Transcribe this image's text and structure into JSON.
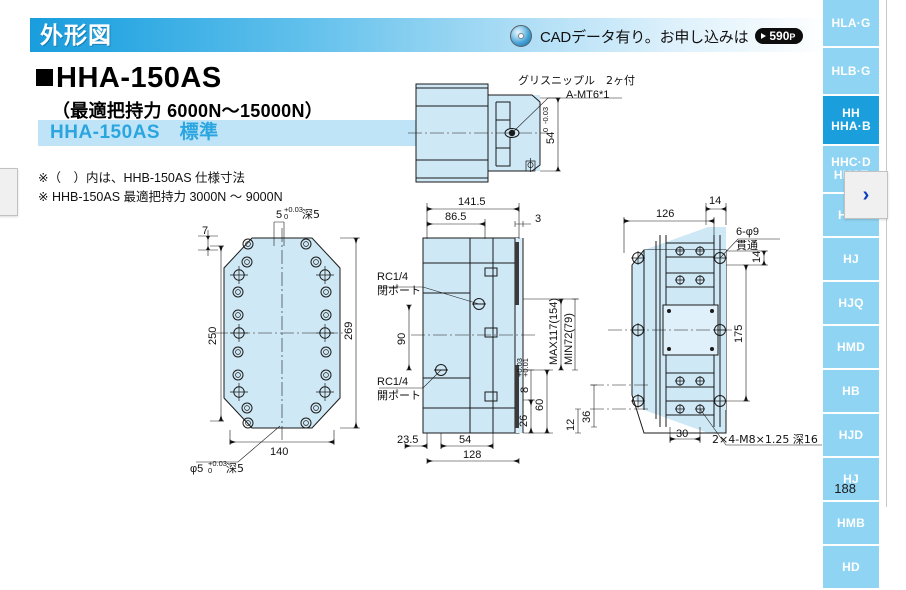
{
  "header": {
    "section_title": "外形図",
    "cad_notice": "CADデータ有り。お申し込みは",
    "page_ref_number": "590",
    "page_ref_suffix": "P",
    "cd_icon": "cd-disc-icon"
  },
  "product": {
    "model": "HHA-150AS",
    "grip_force": "（最適把持力 6000N～15000N）",
    "variant_label": "HHA-150AS　標準",
    "note1": "※（　）内は、HHB-150AS 仕様寸法",
    "note2": "※ HHB-150AS 最適把持力 3000N ～ 9000N"
  },
  "sidebar": {
    "tabs": [
      {
        "label": "HLA·G",
        "lines": [
          "HLA·G"
        ],
        "active": false
      },
      {
        "label": "HLB·G",
        "lines": [
          "HLB·G"
        ],
        "active": false
      },
      {
        "label": "HH HHA·B",
        "lines": [
          "HH",
          "HHA·B"
        ],
        "active": true
      },
      {
        "label": "HHC·D HHCT",
        "lines": [
          "HHC·D",
          "HHCT"
        ],
        "active": false
      },
      {
        "label": "HHE",
        "lines": [
          "HHE"
        ],
        "active": false
      },
      {
        "label": "HJ",
        "lines": [
          "HJ"
        ],
        "active": false
      },
      {
        "label": "HJQ",
        "lines": [
          "HJQ"
        ],
        "active": false
      },
      {
        "label": "HMD",
        "lines": [
          "HMD"
        ],
        "active": false
      },
      {
        "label": "HB",
        "lines": [
          "HB"
        ],
        "active": false
      },
      {
        "label": "HJD",
        "lines": [
          "HJD"
        ],
        "active": false
      },
      {
        "label": "HJ",
        "lines": [
          "HJ"
        ],
        "active": false
      },
      {
        "label": "HMB",
        "lines": [
          "HMB"
        ],
        "active": false
      },
      {
        "label": "HD",
        "lines": [
          "HD"
        ],
        "active": false
      }
    ],
    "page_number": "188",
    "next_arrow": "›",
    "prev_arrow": "‹"
  },
  "drawings": {
    "top_view": {
      "callout_main": "グリスニップル　2ヶ付",
      "callout_sub": "A-MT6*1",
      "dim_height": "54",
      "dim_height_tol_upper": "0",
      "dim_height_tol_lower": "-0.03"
    },
    "front_view": {
      "dim_top_hole": "5",
      "dim_top_hole_tol_upper": "+0.03",
      "dim_top_hole_tol_lower": "0",
      "dim_top_hole_depth": "深5",
      "dim_7": "7",
      "dim_250": "250",
      "dim_269": "269",
      "dim_140": "140",
      "dim_phi5": "φ5",
      "dim_phi5_tol_upper": "+0.03",
      "dim_phi5_tol_lower": "0",
      "dim_phi5_depth": "深5"
    },
    "side_view": {
      "dim_141_5": "141.5",
      "dim_86_5": "86.5",
      "dim_3": "3",
      "port_close_label": "RC1/4",
      "port_close_sub": "閉ポート",
      "port_open_label": "RC1/4",
      "port_open_sub": "開ポート",
      "dim_90": "90",
      "dim_max_min": "MAX117(154)",
      "dim_min": "MIN72(79)",
      "dim_8": "8",
      "dim_8_tol_upper": "+0.03",
      "dim_8_tol_lower": "+0.01",
      "dim_26": "26",
      "dim_60": "60",
      "dim_23_5": "23.5",
      "dim_54": "54",
      "dim_128": "128"
    },
    "plan_view": {
      "dim_126": "126",
      "dim_14_top": "14",
      "dim_14_right": "14",
      "hole_callout": "6-φ9",
      "hole_callout_sub": "貫通",
      "dim_175": "175",
      "dim_30": "30",
      "dim_12": "12",
      "dim_36": "36",
      "tap_callout": "2×4-M8×1.25 深16"
    }
  }
}
